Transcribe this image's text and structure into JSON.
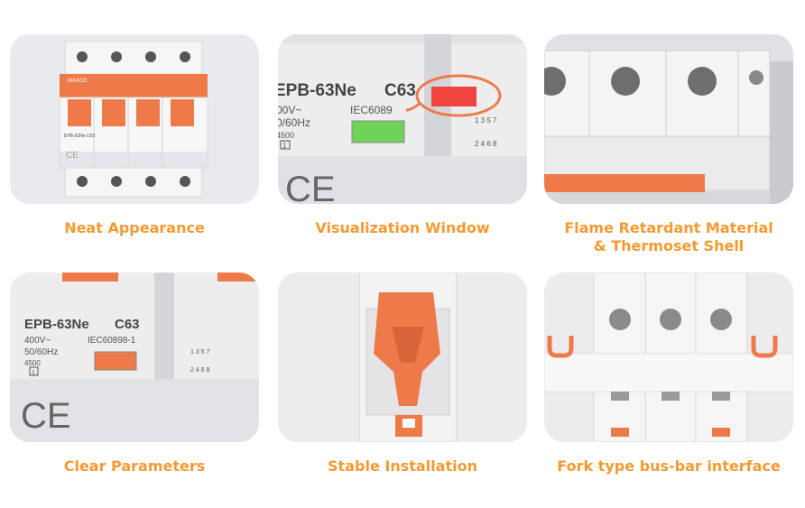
{
  "features": [
    {
      "caption": "Neat Appearance",
      "brand": "MAXGE",
      "model": "EPB-63Ne  C63",
      "ce": "CE"
    },
    {
      "caption": "Visualization Window",
      "model": "EPB-63Ne",
      "rating": "C63",
      "voltage": "00V~",
      "freq": "0/60Hz",
      "standard": "IEC6089",
      "breaking": "4500",
      "class": "1",
      "ce": "CE"
    },
    {
      "caption": "Flame Retardant Material\n& Thermoset Shell"
    },
    {
      "caption": "Clear Parameters",
      "model": "EPB-63Ne",
      "rating": "C63",
      "voltage": "400V~",
      "freq": "50/60Hz",
      "standard": "IEC60898-1",
      "breaking": "4500",
      "class": "1",
      "ce": "CE"
    },
    {
      "caption": "Stable Installation"
    },
    {
      "caption": "Fork type bus-bar interface"
    }
  ],
  "colors": {
    "accent": "#f39a32",
    "breaker_orange": "#ee7a4a",
    "indicator_red": "#f0453f",
    "indicator_green": "#6fd35a",
    "card_bg": "#eceef1"
  }
}
